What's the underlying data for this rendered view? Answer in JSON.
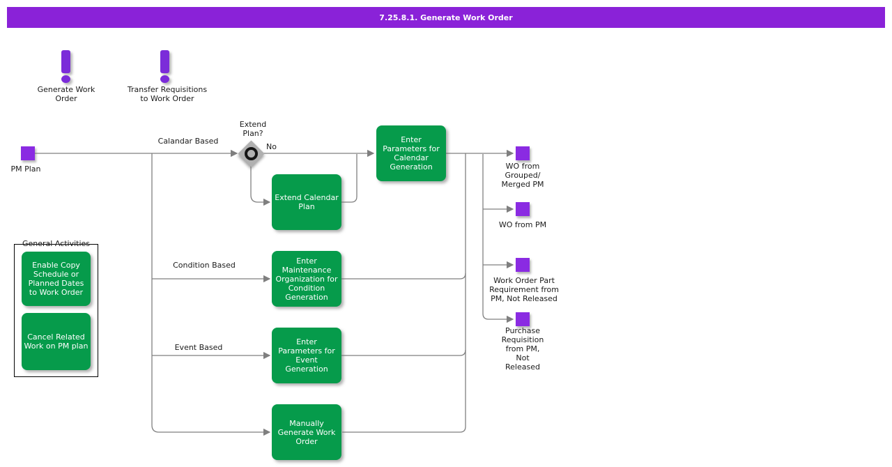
{
  "title_bar": {
    "text": "7.25.8.1. Generate Work Order"
  },
  "colors": {
    "purple_bar": "#8a22d8",
    "purple_node": "#8a2be2",
    "purple_icon": "#7b2cd9",
    "green_task": "#069b4b",
    "line_gray": "#7f7f7f",
    "diamond_gray": "#b0b0b0"
  },
  "legend": {
    "items": [
      {
        "icon": "exclamation-icon",
        "label": "Generate Work\nOrder"
      },
      {
        "icon": "exclamation-icon",
        "label": "Transfer Requisitions\nto Work Order"
      }
    ]
  },
  "flow": {
    "start_event": {
      "label": "PM Plan"
    },
    "gateway": {
      "label": "Extend\nPlan?",
      "no_label": "No"
    },
    "branch_labels": {
      "calendar": "Calandar Based",
      "condition": "Condition Based",
      "event": "Event Based"
    },
    "tasks": {
      "extend_calendar_plan": "Extend Calendar\nPlan",
      "enter_params_calendar": "Enter\nParameters for\nCalendar\nGeneration",
      "enter_maint_org_condition": "Enter\nMaintenance\nOrganization for\nCondition\nGeneration",
      "enter_params_event": "Enter\nParameters for\nEvent\nGeneration",
      "manually_generate_wo": "Manually\nGenerate Work\nOrder"
    },
    "outputs": {
      "wo_grouped": "WO from\nGrouped/\nMerged PM",
      "wo_pm": "WO from PM",
      "wo_part_req": "Work Order Part\nRequirement from\nPM, Not Released",
      "pr_pm": "Purchase\nRequisition\nfrom PM,\nNot\nReleased"
    }
  },
  "general_activities": {
    "title": "General Activities",
    "items": [
      "Enable Copy\nSchedule or\nPlanned Dates\nto Work Order",
      "Cancel Related\nWork on PM plan"
    ]
  }
}
